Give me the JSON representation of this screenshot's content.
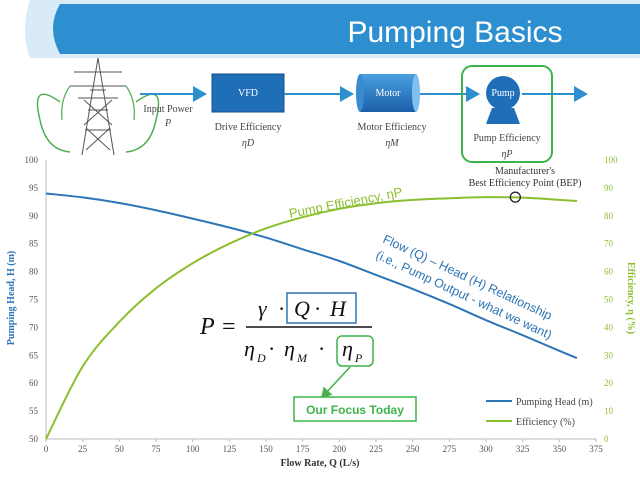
{
  "slide": {
    "title": "Pumping Basics",
    "accent_color": "#2e8fd0"
  },
  "diagram": {
    "input_power_label": "Input Power",
    "input_power_symbol": "P",
    "vfd_label": "VFD",
    "vfd_caption": "Drive Efficiency",
    "vfd_symbol": "ηD",
    "motor_label": "Motor",
    "motor_caption": "Motor Efficiency",
    "motor_symbol": "ηM",
    "pump_label": "Pump",
    "pump_caption": "Pump Efficiency",
    "pump_symbol": "ηP"
  },
  "annotations": {
    "bep_line1": "Manufacturer's",
    "bep_line2": "Best Efficiency Point (BEP)",
    "pump_eff_curve_label": "Pump Efficiency, ηP",
    "flow_head_line1": "Flow (Q) – Head (H) Relationship",
    "flow_head_line2": "(i.e., Pump Output - what we want)",
    "focus_label": "Our Focus Today"
  },
  "formula": {
    "lhs": "P",
    "equals": "=",
    "gamma": "γ",
    "dot": "·",
    "q": "Q",
    "h": "H",
    "eta_d": "η",
    "eta_d_sub": "D",
    "eta_m": "η",
    "eta_m_sub": "M",
    "eta_p": "η",
    "eta_p_sub": "P"
  },
  "chart_data": {
    "type": "line",
    "xlabel": "Flow Rate, Q (L/s)",
    "ylabel_left": "Pumping Head, H (m)",
    "ylabel_right": "Efficiency, η (%)",
    "xlim": [
      0,
      375
    ],
    "ylim_left": [
      50,
      100
    ],
    "ylim_right": [
      0,
      100
    ],
    "x_ticks": [
      0,
      25,
      50,
      75,
      100,
      125,
      150,
      175,
      200,
      225,
      250,
      275,
      300,
      325,
      350,
      375
    ],
    "y_left_ticks": [
      50,
      55,
      60,
      65,
      70,
      75,
      80,
      85,
      90,
      95,
      100
    ],
    "y_right_ticks": [
      0,
      10,
      20,
      30,
      40,
      50,
      60,
      70,
      80,
      90,
      100
    ],
    "grid": false,
    "legend_position": "bottom-right",
    "series": [
      {
        "name": "Pumping Head (m)",
        "axis": "left",
        "color": "#2e75b6",
        "x": [
          0,
          25,
          50,
          75,
          100,
          125,
          150,
          175,
          200,
          225,
          250,
          275,
          300,
          325,
          350,
          362
        ],
        "y": [
          94,
          93.3,
          92.3,
          91.0,
          89.5,
          87.9,
          86.1,
          84.0,
          81.9,
          79.4,
          76.9,
          74.2,
          71.3,
          68.6,
          65.8,
          64.5
        ]
      },
      {
        "name": "Efficiency (%)",
        "axis": "right",
        "color": "#8cbf2f",
        "x": [
          0,
          25,
          50,
          75,
          100,
          125,
          150,
          175,
          200,
          225,
          250,
          275,
          300,
          325,
          350,
          362
        ],
        "y": [
          0,
          26,
          42,
          54,
          63,
          70,
          75.5,
          79.5,
          82.5,
          84.5,
          85.7,
          86.3,
          86.7,
          86.5,
          85.7,
          85.3
        ]
      }
    ],
    "bep": {
      "x": 320,
      "y": 86.7
    }
  }
}
